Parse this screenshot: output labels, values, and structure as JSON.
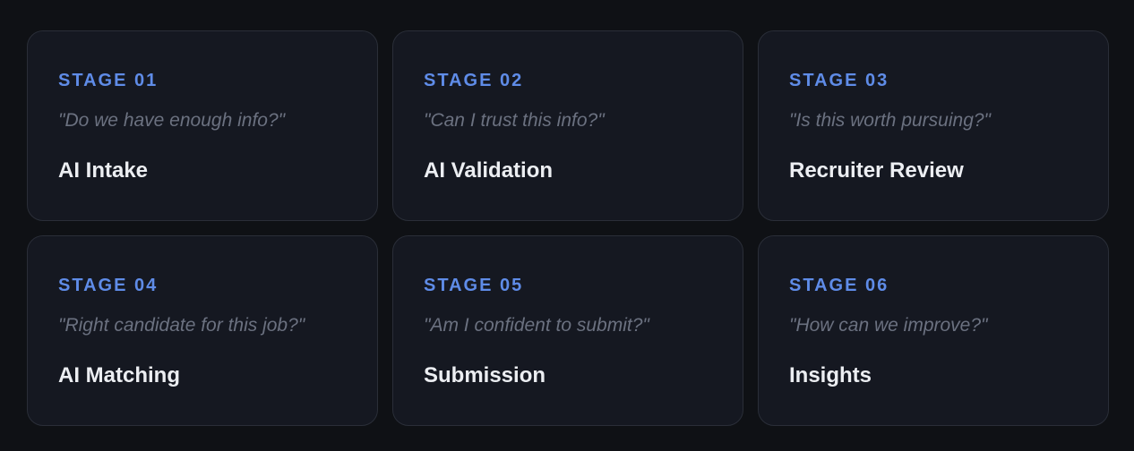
{
  "stages": [
    {
      "label": "STAGE 01",
      "question": "\"Do we have enough info?\"",
      "title": "AI Intake"
    },
    {
      "label": "STAGE 02",
      "question": "\"Can I trust this info?\"",
      "title": "AI Validation"
    },
    {
      "label": "STAGE 03",
      "question": "\"Is this worth pursuing?\"",
      "title": "Recruiter Review"
    },
    {
      "label": "STAGE 04",
      "question": "\"Right candidate for this job?\"",
      "title": "AI Matching"
    },
    {
      "label": "STAGE 05",
      "question": "\"Am I confident to submit?\"",
      "title": "Submission"
    },
    {
      "label": "STAGE 06",
      "question": "\"How can we improve?\"",
      "title": "Insights"
    }
  ],
  "colors": {
    "background": "#0f1115",
    "card": "#151821",
    "card_border": "#2a2e38",
    "accent": "#5f8ce8",
    "question_text": "#6b7180",
    "title_text": "#eceef2"
  }
}
